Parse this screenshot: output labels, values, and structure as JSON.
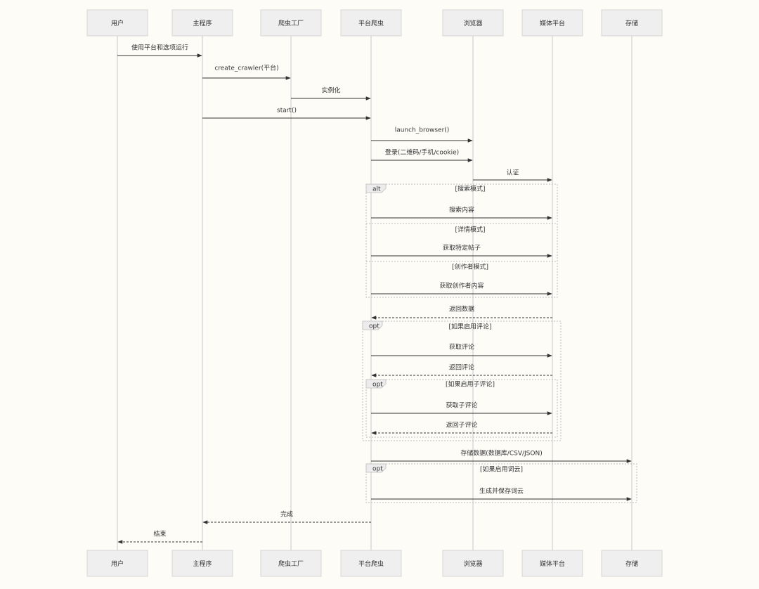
{
  "participants": [
    {
      "id": "user",
      "label": "用户"
    },
    {
      "id": "main",
      "label": "主程序"
    },
    {
      "id": "factory",
      "label": "爬虫工厂"
    },
    {
      "id": "crawler",
      "label": "平台爬虫"
    },
    {
      "id": "browser",
      "label": "浏览器"
    },
    {
      "id": "media",
      "label": "媒体平台"
    },
    {
      "id": "storage",
      "label": "存储"
    }
  ],
  "messages": [
    {
      "from": "user",
      "to": "main",
      "label": "使用平台和选项运行",
      "style": "solid"
    },
    {
      "from": "main",
      "to": "factory",
      "label": "create_crawler(平台)",
      "style": "solid"
    },
    {
      "from": "factory",
      "to": "crawler",
      "label": "实例化",
      "style": "solid"
    },
    {
      "from": "main",
      "to": "crawler",
      "label": "start()",
      "style": "solid"
    },
    {
      "from": "crawler",
      "to": "browser",
      "label": "launch_browser()",
      "style": "solid"
    },
    {
      "from": "crawler",
      "to": "browser",
      "label": "登录(二维码/手机/cookie)",
      "style": "solid"
    },
    {
      "from": "browser",
      "to": "media",
      "label": "认证",
      "style": "solid"
    },
    {
      "from": "crawler",
      "to": "media",
      "label": "搜索内容",
      "style": "solid"
    },
    {
      "from": "crawler",
      "to": "media",
      "label": "获取特定帖子",
      "style": "solid"
    },
    {
      "from": "crawler",
      "to": "media",
      "label": "获取创作者内容",
      "style": "solid"
    },
    {
      "from": "media",
      "to": "crawler",
      "label": "返回数据",
      "style": "dashed"
    },
    {
      "from": "crawler",
      "to": "media",
      "label": "获取评论",
      "style": "solid"
    },
    {
      "from": "media",
      "to": "crawler",
      "label": "返回评论",
      "style": "dashed"
    },
    {
      "from": "crawler",
      "to": "media",
      "label": "获取子评论",
      "style": "solid"
    },
    {
      "from": "media",
      "to": "crawler",
      "label": "返回子评论",
      "style": "dashed"
    },
    {
      "from": "crawler",
      "to": "storage",
      "label": "存储数据(数据库/CSV/JSON)",
      "style": "solid"
    },
    {
      "from": "crawler",
      "to": "storage",
      "label": "生成并保存词云",
      "style": "solid"
    },
    {
      "from": "crawler",
      "to": "main",
      "label": "完成",
      "style": "dashed"
    },
    {
      "from": "main",
      "to": "user",
      "label": "结束",
      "style": "dashed"
    }
  ],
  "fragments": [
    {
      "kind": "alt",
      "sections": [
        "[搜索模式]",
        "[详情模式]",
        "[创作者模式]"
      ]
    },
    {
      "kind": "opt",
      "sections": [
        "[如果启用评论]"
      ]
    },
    {
      "kind": "opt",
      "sections": [
        "[如果启用子评论]"
      ]
    },
    {
      "kind": "opt",
      "sections": [
        "[如果启用词云]"
      ]
    }
  ]
}
